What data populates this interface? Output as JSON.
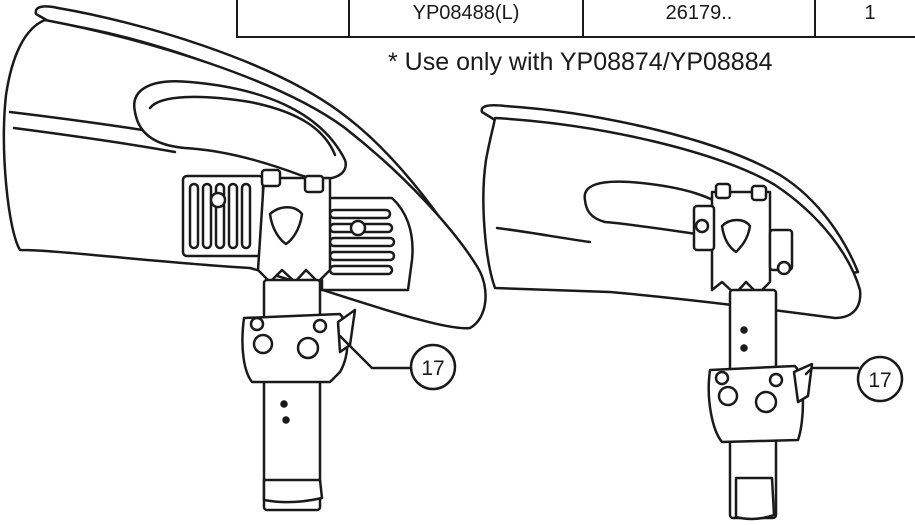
{
  "table": {
    "row": [
      "",
      "YP08488(L)",
      "26179..",
      "1"
    ]
  },
  "note": "* Use only with YP08874/YP08884",
  "callouts": [
    {
      "number": "17"
    },
    {
      "number": "17"
    }
  ],
  "colors": {
    "line": "#1a1a1a",
    "fill": "#ffffff"
  }
}
